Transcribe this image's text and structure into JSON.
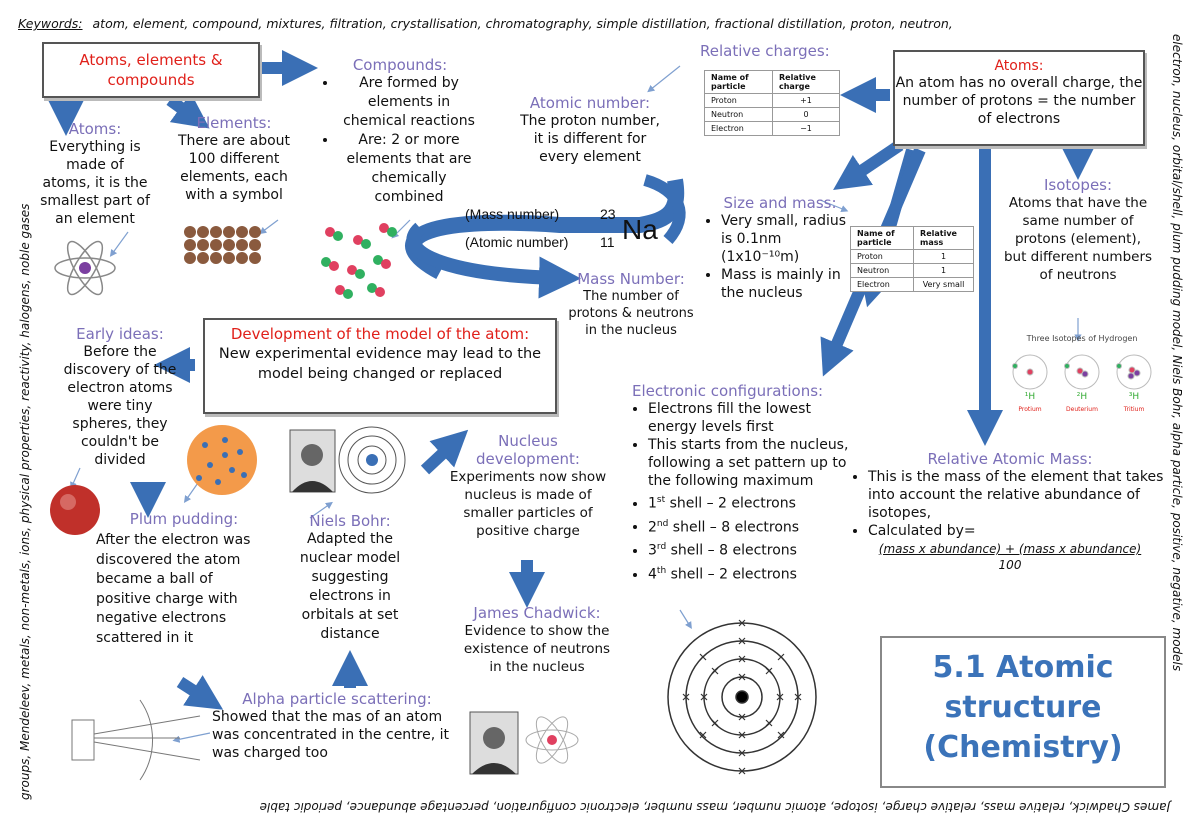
{
  "keywords": {
    "label": "Keywords:",
    "top": "atom, element, compound, mixtures, filtration, crystallisation, chromatography, simple distillation, fractional distillation, proton, neutron,",
    "right": "electron, nucleus, orbital/shell, plum pudding model, Niels Bohr, alpha particle, positive, negative, models",
    "bottom": "James Chadwick, relative mass, relative charge, isotope, atomic number, mass number, electronic configuration, percentage abundance, periodic table",
    "left": "groups, Mendeleev, metals, non-metals, ions, physical properties, reactivity, halogens, noble gases"
  },
  "aec": {
    "title": "Atoms, elements & compounds"
  },
  "atoms_def": {
    "heading": "Atoms:",
    "body": "Everything is made of atoms, it is the smallest part of an element"
  },
  "elements": {
    "heading": "Elements:",
    "body": "There are about 100 different elements, each with a symbol"
  },
  "compounds": {
    "heading": "Compounds:",
    "bullets": [
      "Are formed by elements in chemical reactions",
      "Are: 2 or more elements that are chemically combined"
    ]
  },
  "atomic_number": {
    "heading": "Atomic number:",
    "body": "The proton number, it is different for every element"
  },
  "notation": {
    "mass_label": "(Mass number)",
    "mass_value": "23",
    "atomic_label": "(Atomic number)",
    "atomic_value": "11",
    "symbol": "Na"
  },
  "mass_number": {
    "heading": "Mass Number:",
    "body": "The number of protons & neutrons in the nucleus"
  },
  "relative_charges": {
    "heading": "Relative charges:",
    "headers": [
      "Name of particle",
      "Relative charge"
    ],
    "rows": [
      [
        "Proton",
        "+1"
      ],
      [
        "Neutron",
        "0"
      ],
      [
        "Electron",
        "−1"
      ]
    ]
  },
  "atoms_box": {
    "heading": "Atoms:",
    "body": "An atom has no overall charge, the number of protons = the number of electrons"
  },
  "size_mass": {
    "heading": "Size and mass:",
    "bullets": [
      "Very small, radius is 0.1nm (1x10⁻¹⁰m)",
      "Mass is mainly in the nucleus"
    ]
  },
  "relative_mass_table": {
    "headers": [
      "Name of particle",
      "Relative mass"
    ],
    "rows": [
      [
        "Proton",
        "1"
      ],
      [
        "Neutron",
        "1"
      ],
      [
        "Electron",
        "Very small"
      ]
    ]
  },
  "isotopes": {
    "heading": "Isotopes:",
    "body": "Atoms that have the same number of protons (element), but different numbers of neutrons",
    "diagram_title": "Three Isotopes of Hydrogen",
    "labels": [
      "Protium",
      "Deuterium",
      "Tritium"
    ],
    "symbols": [
      "¹H",
      "²H",
      "³H"
    ]
  },
  "development": {
    "title": "Development of the model of the atom:",
    "body": "New experimental evidence may lead to the model being changed or replaced"
  },
  "early_ideas": {
    "heading": "Early ideas:",
    "body": "Before the discovery of the electron atoms were tiny spheres, they couldn't be divided"
  },
  "plum_pudding": {
    "heading": "Plum pudding:",
    "body": "After the electron was discovered the atom became a ball of positive charge with negative electrons scattered in it"
  },
  "niels_bohr": {
    "heading": "Niels Bohr:",
    "body": "Adapted the nuclear model suggesting electrons in orbitals at set distance"
  },
  "nucleus_dev": {
    "heading": "Nucleus development:",
    "body": "Experiments now show nucleus is made of smaller particles of positive charge"
  },
  "chadwick": {
    "heading": "James Chadwick:",
    "body": "Evidence to show the existence of neutrons in the nucleus"
  },
  "alpha": {
    "heading": "Alpha particle scattering:",
    "body": "Showed that the mas of an atom was concentrated in the centre, it was charged too"
  },
  "electronic_config": {
    "heading": "Electronic configurations:",
    "bullets": [
      "Electrons fill the lowest energy levels first",
      "This starts from the nucleus, following a set pattern up to the following maximum"
    ],
    "shells": [
      {
        "ord": "1",
        "sup": "st",
        "text": " shell – 2 electrons"
      },
      {
        "ord": "2",
        "sup": "nd",
        "text": " shell – 8 electrons"
      },
      {
        "ord": "3",
        "sup": "rd",
        "text": " shell – 8 electrons"
      },
      {
        "ord": "4",
        "sup": "th",
        "text": " shell – 2 electrons"
      }
    ]
  },
  "ram": {
    "heading": "Relative Atomic Mass:",
    "bullets": [
      "This is the mass of the element that takes into account the relative abundance of isotopes,",
      "Calculated by="
    ],
    "formula_top": "(mass x abundance) + (mass x abundance)",
    "formula_bottom": "100"
  },
  "topic": {
    "title": "5.1 Atomic structure (Chemistry)"
  },
  "colors": {
    "heading": "#7b6fb8",
    "red": "#e0201a",
    "arrow": "#3a6fb5",
    "topic_title": "#3b73b9"
  }
}
